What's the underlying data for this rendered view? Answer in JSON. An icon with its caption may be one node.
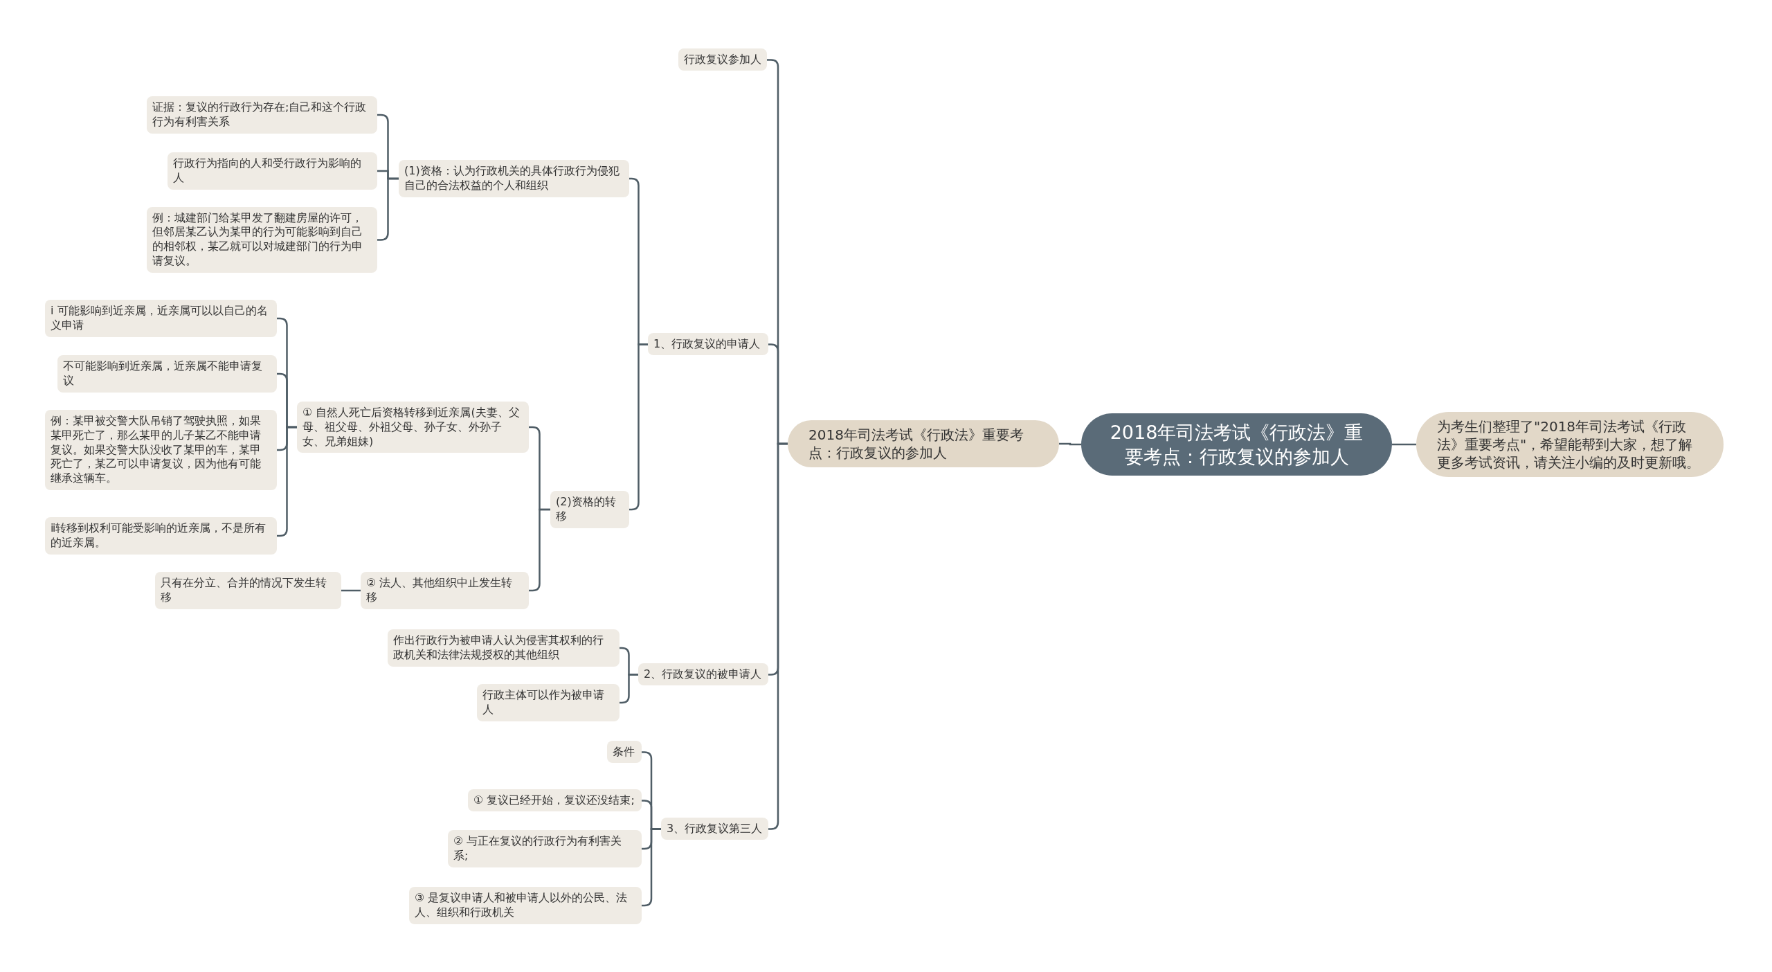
{
  "diagram": {
    "nodes": [
      {
        "text": [
          "2018年司法考试《行政法》重要考点：行政复议的参加人"
        ]
      },
      {
        "text": [
          "为考生们整理了\"2018年司法考试《行政法》重要考点\"，希望能帮到大家，想了解更多考试资讯，请关注小编的及时更新哦。"
        ]
      },
      {
        "text": [
          "2018年司法考试《行政法》重要考点：行政复议的参加人"
        ]
      },
      {
        "text": [
          "行政复议参加人"
        ]
      },
      {
        "text": [
          "1、行政复议的申请人"
        ]
      },
      {
        "text": [
          "(1)资格：认为行政机关的具体行政行为侵犯自己的合法权益的个人和组织"
        ]
      },
      {
        "text": [
          "证据：复议的行政行为存在;自己和这个行政行为有利害关系"
        ]
      },
      {
        "text": [
          "行政行为指向的人和受行政行为影响的人"
        ]
      },
      {
        "text": [
          "例：城建部门给某甲发了翻建房屋的许可，但邻居某乙认为某甲的行为可能影响到自己的相邻权，某乙就可以对城建部门的行为申请复议。"
        ]
      },
      {
        "text": [
          "(2)资格的转移"
        ]
      },
      {
        "text": [
          "① 自然人死亡后资格转移到近亲属(夫妻、父母、祖父母、外祖父母、孙子女、外孙子女、兄弟姐妹)"
        ]
      },
      {
        "text": [
          "ⅰ 可能影响到近亲属，近亲属可以以自己的名义申请"
        ]
      },
      {
        "text": [
          "不可能影响到近亲属，近亲属不能申请复议"
        ]
      },
      {
        "text": [
          "例：某甲被交警大队吊销了驾驶执照，如果某甲死亡了，那么某甲的儿子某乙不能申请复议。如果交警大队没收了某甲的车，某甲死亡了，某乙可以申请复议，因为他有可能继承这辆车。"
        ]
      },
      {
        "text": [
          "ⅱ转移到权利可能受影响的近亲属，不是所有的近亲属。"
        ]
      },
      {
        "text": [
          "② 法人、其他组织中止发生转移"
        ]
      },
      {
        "text": [
          "只有在分立、合并的情况下发生转移"
        ]
      },
      {
        "text": [
          "2、行政复议的被申请人"
        ]
      },
      {
        "text": [
          "作出行政行为被申请人认为侵害其权利的行政机关和法律法规授权的其他组织"
        ]
      },
      {
        "text": [
          "行政主体可以作为被申请人"
        ]
      },
      {
        "text": [
          "3、行政复议第三人"
        ]
      },
      {
        "text": [
          "条件"
        ]
      },
      {
        "text": [
          "① 复议已经开始，复议还没结束;"
        ]
      },
      {
        "text": [
          "② 与正在复议的行政行为有利害关系;"
        ]
      },
      {
        "text": [
          "③ 是复议申请人和被申请人以外的公民、法人、组织和行政机关"
        ]
      }
    ],
    "edges": [
      {
        "from": 0,
        "to": 1,
        "arrow": "none"
      },
      {
        "from": 0,
        "to": 2,
        "arrow": "none"
      },
      {
        "from": 2,
        "to": 3,
        "arrow": "none"
      },
      {
        "from": 2,
        "to": 4,
        "arrow": "none"
      },
      {
        "from": 2,
        "to": 17,
        "arrow": "none"
      },
      {
        "from": 2,
        "to": 20,
        "arrow": "none"
      },
      {
        "from": 4,
        "to": 5,
        "arrow": "none"
      },
      {
        "from": 4,
        "to": 9,
        "arrow": "none"
      },
      {
        "from": 5,
        "to": 6,
        "arrow": "none"
      },
      {
        "from": 5,
        "to": 7,
        "arrow": "none"
      },
      {
        "from": 5,
        "to": 8,
        "arrow": "none"
      },
      {
        "from": 9,
        "to": 10,
        "arrow": "none"
      },
      {
        "from": 9,
        "to": 15,
        "arrow": "none"
      },
      {
        "from": 10,
        "to": 11,
        "arrow": "none"
      },
      {
        "from": 10,
        "to": 12,
        "arrow": "none"
      },
      {
        "from": 10,
        "to": 13,
        "arrow": "none"
      },
      {
        "from": 10,
        "to": 14,
        "arrow": "none"
      },
      {
        "from": 15,
        "to": 16,
        "arrow": "none"
      },
      {
        "from": 17,
        "to": 18,
        "arrow": "none"
      },
      {
        "from": 17,
        "to": 19,
        "arrow": "none"
      },
      {
        "from": 20,
        "to": 21,
        "arrow": "none"
      },
      {
        "from": 20,
        "to": 22,
        "arrow": "none"
      },
      {
        "from": 20,
        "to": 23,
        "arrow": "none"
      },
      {
        "from": 20,
        "to": 24,
        "arrow": "none"
      }
    ]
  }
}
